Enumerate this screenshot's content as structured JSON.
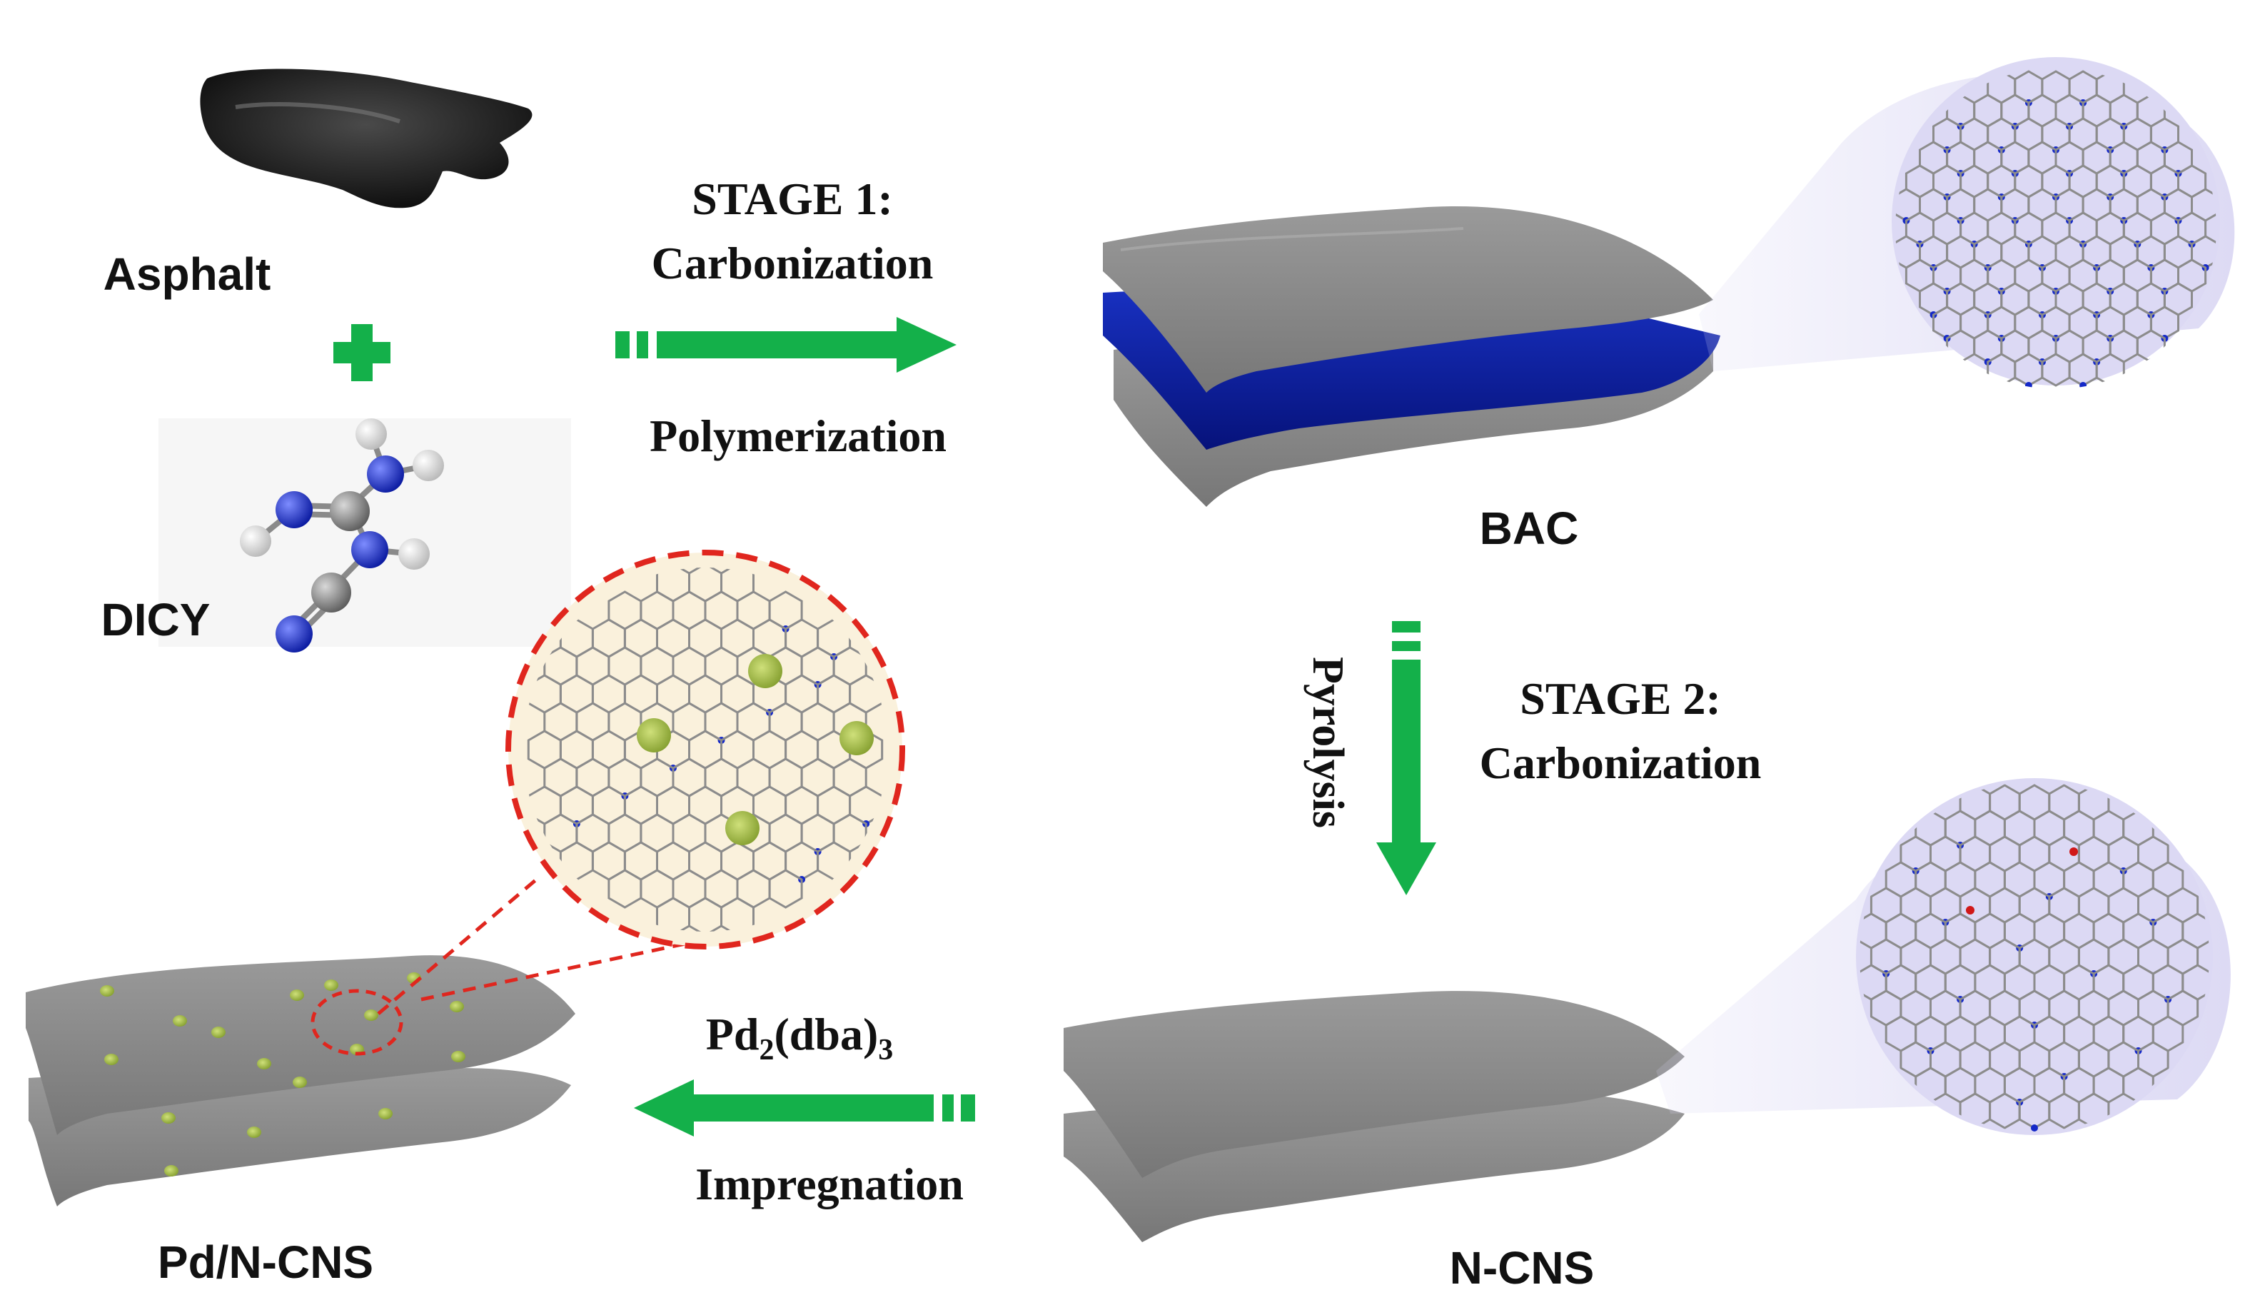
{
  "labels": {
    "asphalt": "Asphalt",
    "dicy": "DICY",
    "bac": "BAC",
    "ncns": "N-CNS",
    "pdncns": "Pd/N-CNS"
  },
  "arrows": {
    "stage1_title": "STAGE 1:",
    "stage1_process": "Carbonization",
    "stage1_sub": "Polymerization",
    "stage2_title": "STAGE 2:",
    "stage2_process": "Carbonization",
    "stage2_side": "Pyrolysis",
    "pd_precursor_main": "Pd",
    "pd_precursor_sub2": "2",
    "pd_precursor_mid": "(dba)",
    "pd_precursor_sub3": "3",
    "impregnation": "Impregnation"
  },
  "colors": {
    "arrow_green": "#14b04a",
    "sheet_gray": "#8a8a8a",
    "sheet_blue": "#0a1a9a",
    "zoom_lavender": "#e3e0f6",
    "zoom_dash_red": "#e0261e",
    "zoom_circle_fill": "#faf1dc",
    "pd_particle": "#a6b94a",
    "nitrogen": "#1428c8",
    "oxygen": "#d01818",
    "carbon": "#909090",
    "hydrogen": "#f0f0f0"
  }
}
